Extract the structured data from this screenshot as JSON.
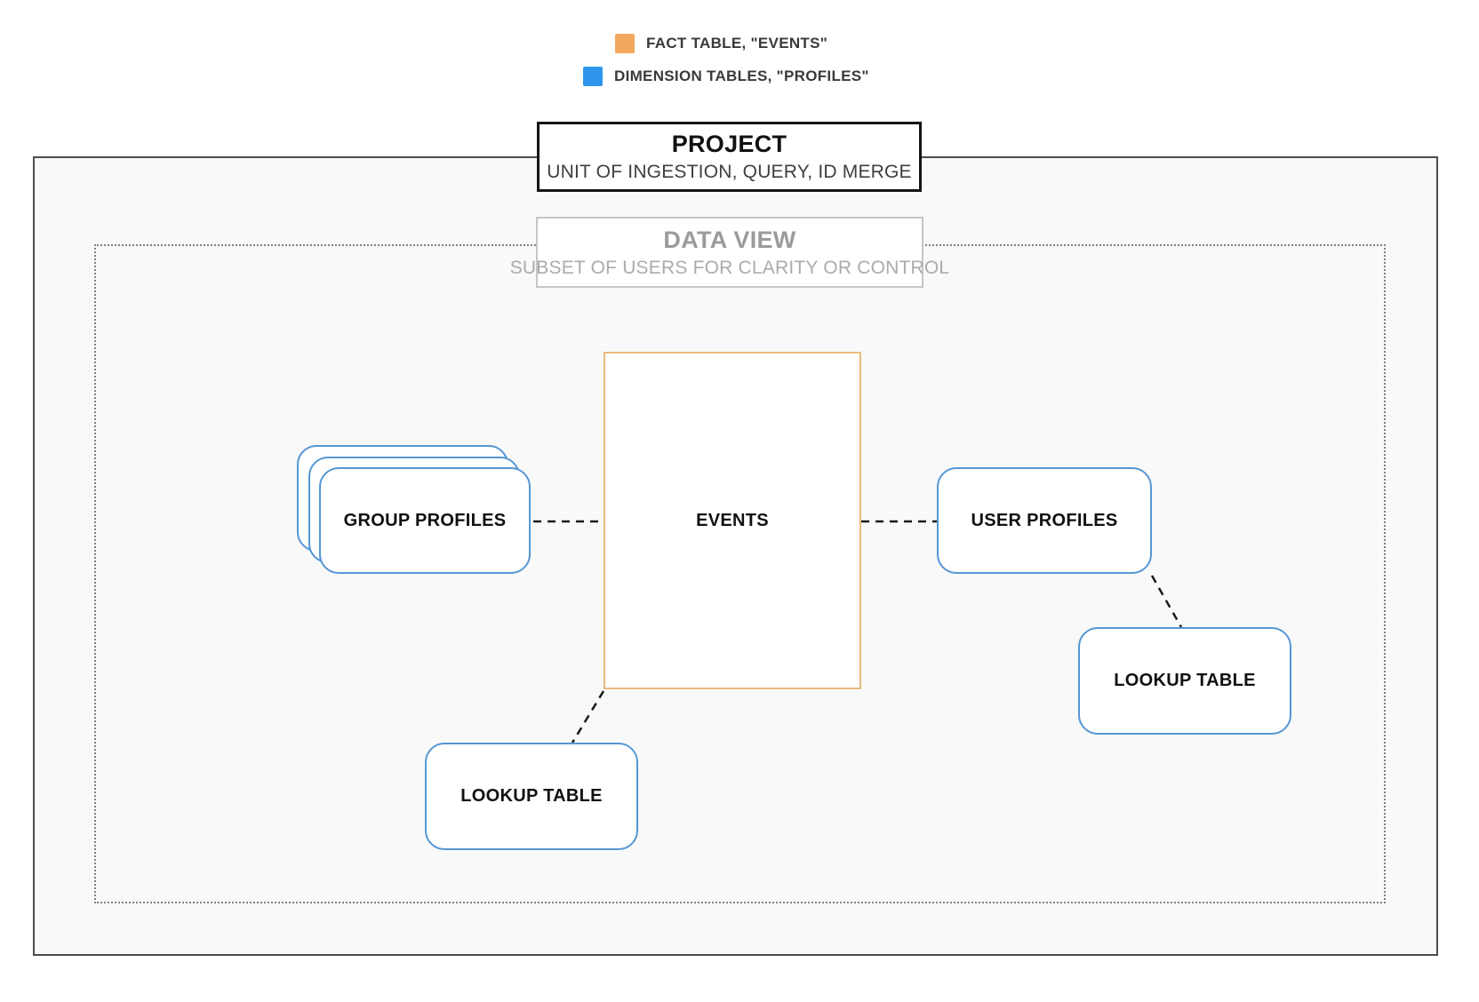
{
  "legend": {
    "items": [
      {
        "id": "fact",
        "label": "FACT TABLE, \"EVENTS\"",
        "swatch_color": "#f2a95f"
      },
      {
        "id": "dimension",
        "label": "DIMENSION TABLES, \"PROFILES\"",
        "swatch_color": "#2f96ec"
      }
    ]
  },
  "project": {
    "title": "PROJECT",
    "subtitle": "UNIT OF INGESTION, QUERY, ID MERGE"
  },
  "data_view": {
    "title": "DATA VIEW",
    "subtitle": "SUBSET OF USERS FOR CLARITY OR CONTROL"
  },
  "nodes": {
    "events": {
      "label": "EVENTS",
      "type": "fact-table"
    },
    "group_profiles": {
      "label": "GROUP PROFILES",
      "type": "dimension-table",
      "stacked": true
    },
    "user_profiles": {
      "label": "USER PROFILES",
      "type": "dimension-table"
    },
    "lookup_left": {
      "label": "LOOKUP TABLE",
      "type": "dimension-table"
    },
    "lookup_right": {
      "label": "LOOKUP TABLE",
      "type": "dimension-table"
    }
  },
  "edges": [
    {
      "from": "group_profiles",
      "to": "events",
      "style": "dashed"
    },
    {
      "from": "events",
      "to": "user_profiles",
      "style": "dashed"
    },
    {
      "from": "user_profiles",
      "to": "lookup_right",
      "style": "dashed"
    },
    {
      "from": "events",
      "to": "lookup_left",
      "style": "dashed"
    }
  ],
  "colors": {
    "fact_orange": "#f2a95f",
    "dimension_blue": "#2f96ec",
    "events_border": "#e9ba7c",
    "profile_border": "#5596d4",
    "connector": "#1a1a1a",
    "project_border": "#151515",
    "boundary_border": "#4c4c4c",
    "dotted_border": "#808080",
    "inner_background": "#f9f9f9"
  }
}
